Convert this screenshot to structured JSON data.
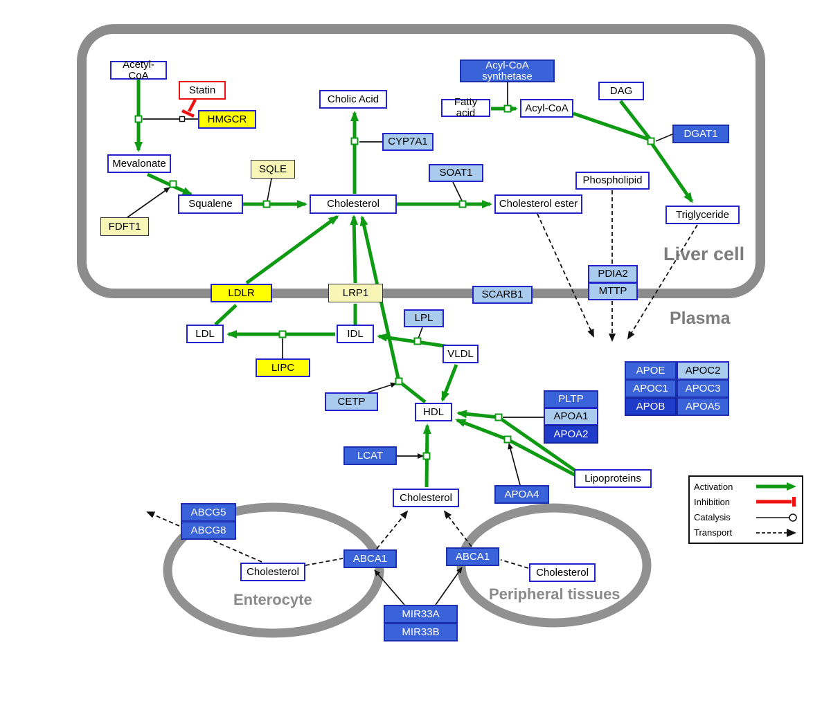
{
  "compartments": {
    "liver": "Liver cell",
    "plasma": "Plasma",
    "enterocyte": "Enterocyte",
    "peripheral": "Peripheral tissues"
  },
  "nodes": {
    "acetyl_coa": {
      "label": "Acetyl-CoA"
    },
    "statin": {
      "label": "Statin"
    },
    "hmgcr": {
      "label": "HMGCR"
    },
    "mevalonate": {
      "label": "Mevalonate"
    },
    "sqle": {
      "label": "SQLE"
    },
    "fdft1": {
      "label": "FDFT1"
    },
    "squalene": {
      "label": "Squalene"
    },
    "cholesterol_liver": {
      "label": "Cholesterol"
    },
    "cholic_acid": {
      "label": "Cholic Acid"
    },
    "cyp7a1": {
      "label": "CYP7A1"
    },
    "soat1": {
      "label": "SOAT1"
    },
    "acyl_coa_synthetase": {
      "label": "Acyl-CoA synthetase"
    },
    "fatty_acid": {
      "label": "Fatty acid"
    },
    "acyl_coa": {
      "label": "Acyl-CoA"
    },
    "dag": {
      "label": "DAG"
    },
    "dgat1": {
      "label": "DGAT1"
    },
    "phospholipid": {
      "label": "Phospholipid"
    },
    "cholesterol_ester": {
      "label": "Cholesterol ester"
    },
    "triglyceride": {
      "label": "Triglyceride"
    },
    "ldlr": {
      "label": "LDLR"
    },
    "lrp1": {
      "label": "LRP1"
    },
    "scarb1": {
      "label": "SCARB1"
    },
    "pdia2": {
      "label": "PDIA2"
    },
    "mttp": {
      "label": "MTTP"
    },
    "ldl": {
      "label": "LDL"
    },
    "idl": {
      "label": "IDL"
    },
    "lpl": {
      "label": "LPL"
    },
    "vldl": {
      "label": "VLDL"
    },
    "lipc": {
      "label": "LIPC"
    },
    "cetp": {
      "label": "CETP"
    },
    "hdl": {
      "label": "HDL"
    },
    "pltp": {
      "label": "PLTP"
    },
    "apoa1": {
      "label": "APOA1"
    },
    "apoa2": {
      "label": "APOA2"
    },
    "apoe": {
      "label": "APOE"
    },
    "apoc2": {
      "label": "APOC2"
    },
    "apoc1": {
      "label": "APOC1"
    },
    "apoc3": {
      "label": "APOC3"
    },
    "apob": {
      "label": "APOB"
    },
    "apoa5": {
      "label": "APOA5"
    },
    "lcat": {
      "label": "LCAT"
    },
    "apoa4": {
      "label": "APOA4"
    },
    "lipoproteins": {
      "label": "Lipoproteins"
    },
    "cholesterol_plasma": {
      "label": "Cholesterol"
    },
    "abcg5": {
      "label": "ABCG5"
    },
    "abcg8": {
      "label": "ABCG8"
    },
    "cholesterol_enterocyte": {
      "label": "Cholesterol"
    },
    "abca1_enterocyte": {
      "label": "ABCA1"
    },
    "abca1_peripheral": {
      "label": "ABCA1"
    },
    "cholesterol_peripheral": {
      "label": "Cholesterol"
    },
    "mir33a": {
      "label": "MIR33A"
    },
    "mir33b": {
      "label": "MIR33B"
    }
  },
  "legend": {
    "items": [
      {
        "label": "Activation",
        "type": "activation"
      },
      {
        "label": "Inhibition",
        "type": "inhibition"
      },
      {
        "label": "Catalysis",
        "type": "catalysis"
      },
      {
        "label": "Transport",
        "type": "transport"
      }
    ]
  },
  "colors": {
    "activation_green": "#0E9A12",
    "inhibition_red": "#EE1111",
    "catalysis_black": "#111111",
    "transport_black": "#111111",
    "gene_blue": "#3A62D9",
    "gene_dark_blue": "#1E3CC9",
    "gene_light_blue": "#A9CBEE",
    "enzyme_yellow": "#FFFF00",
    "enzyme_pale_yellow": "#F8F6B6",
    "metabolite_border_blue": "#2222CC",
    "membrane_gray": "#8C8C8C"
  }
}
